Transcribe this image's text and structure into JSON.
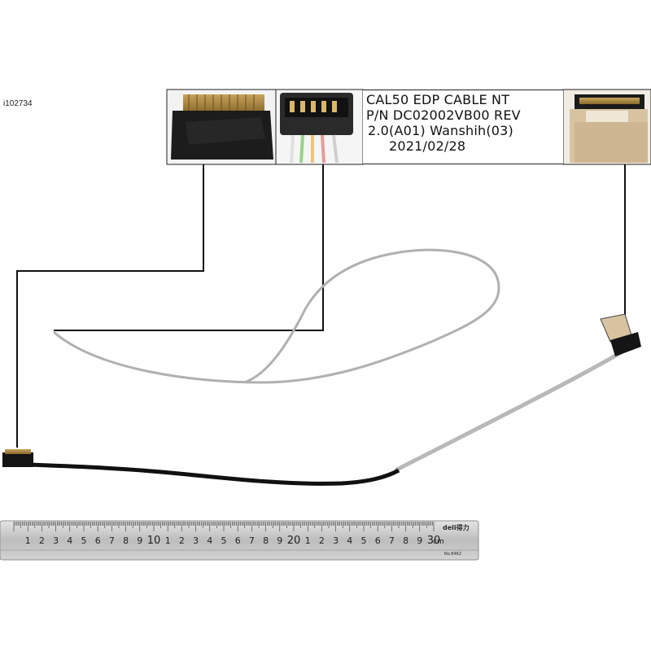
{
  "sku_text": "i102734",
  "label": {
    "line1": "CAL50  EDP  CABLE  NT",
    "line2": "P/N  DC02002VB00  REV",
    "line3": "2.0(A01) Wanshih(03)",
    "line4": "2021/02/28"
  },
  "ruler": {
    "brand": "deli得力",
    "model": "No.8462",
    "unit": "cm",
    "major_labels": [
      "1",
      "2",
      "3",
      "4",
      "5",
      "6",
      "7",
      "8",
      "9",
      "10",
      "1",
      "2",
      "3",
      "4",
      "5",
      "6",
      "7",
      "8",
      "9",
      "20",
      "1",
      "2",
      "3",
      "4",
      "5",
      "6",
      "7",
      "8",
      "9",
      "30"
    ]
  },
  "colors": {
    "cable_black": "#111111",
    "cable_grey": "#b8b8b8",
    "ruler_steel": "#c9c9c9"
  }
}
